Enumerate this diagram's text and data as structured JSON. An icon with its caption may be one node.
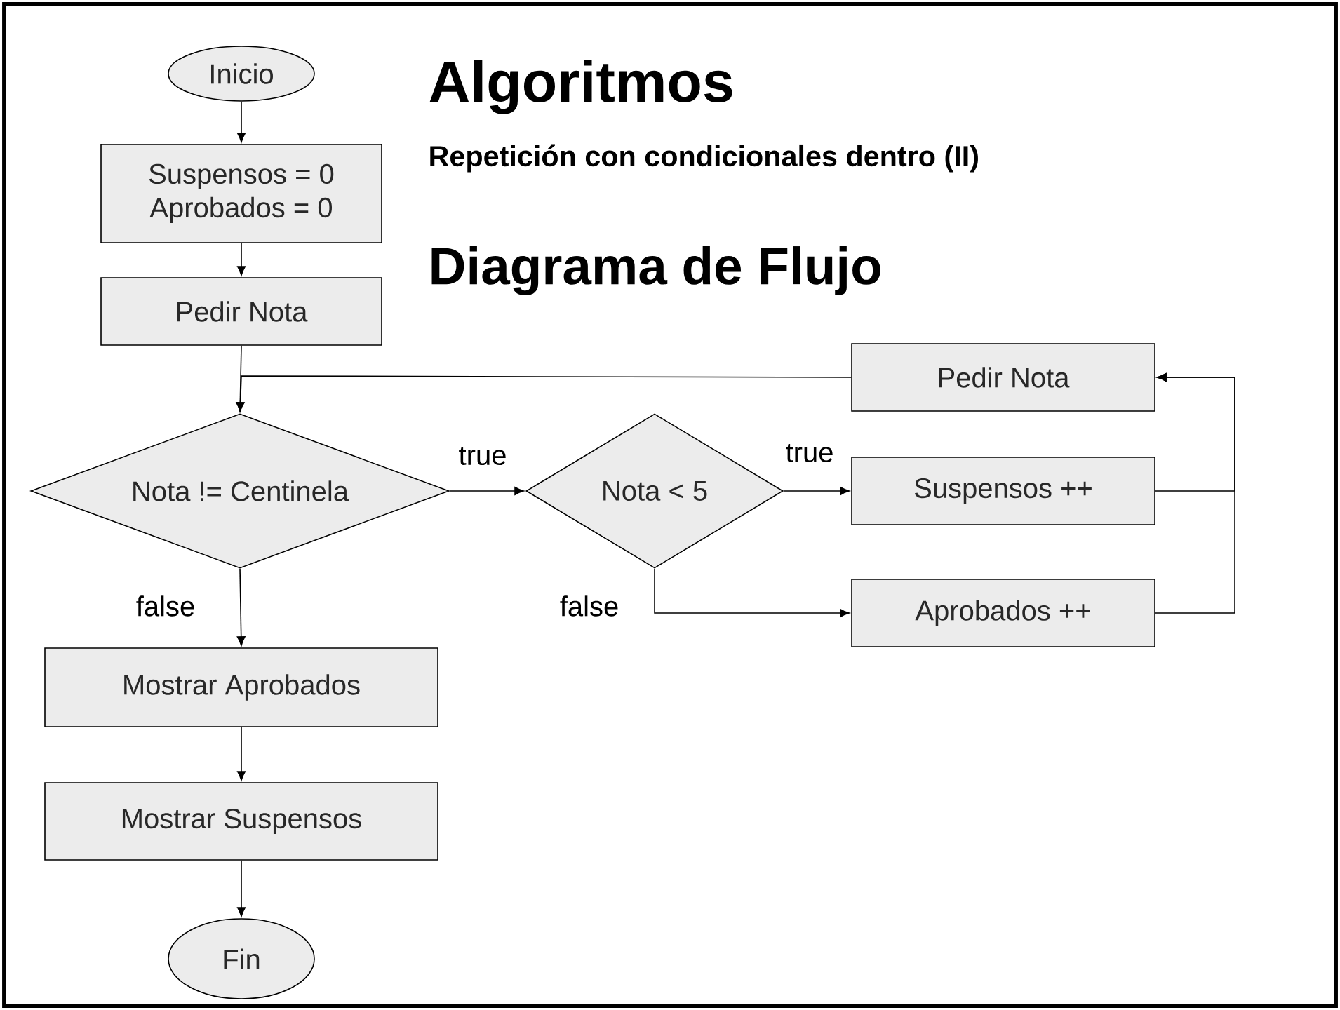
{
  "diagram": {
    "title": "Algoritmos",
    "nodes": [
      {
        "text": [
          "Inicio"
        ]
      },
      {
        "text": [
          "Suspensos = 0",
          "Aprobados = 0"
        ]
      },
      {
        "text": [
          "Pedir Nota"
        ]
      },
      {
        "text": [
          "Nota != Centinela"
        ]
      },
      {
        "text": [
          "Nota < 5"
        ]
      },
      {
        "text": [
          "Pedir Nota"
        ]
      },
      {
        "text": [
          "Suspensos ++"
        ]
      },
      {
        "text": [
          "Aprobados ++"
        ]
      },
      {
        "text": [
          "Mostrar Aprobados"
        ]
      },
      {
        "text": [
          "Mostrar Suspensos"
        ]
      },
      {
        "text": [
          "Fin"
        ]
      }
    ],
    "edges": [
      {
        "from": 0,
        "to": 1,
        "arrow": "to"
      },
      {
        "from": 1,
        "to": 2,
        "arrow": "to"
      },
      {
        "from": 2,
        "to": 3,
        "arrow": "to"
      },
      {
        "from": 3,
        "to": 4,
        "arrow": "to",
        "label": "true"
      },
      {
        "from": 4,
        "to": 6,
        "arrow": "to",
        "label": "true"
      },
      {
        "from": 4,
        "to": 7,
        "arrow": "to",
        "label": "false"
      },
      {
        "from": 6,
        "to": 5,
        "arrow": "to"
      },
      {
        "from": 7,
        "to": 5,
        "arrow": "to"
      },
      {
        "from": 5,
        "to": 3,
        "arrow": "to"
      },
      {
        "from": 3,
        "to": 8,
        "arrow": "to",
        "label": "false"
      },
      {
        "from": 8,
        "to": 9,
        "arrow": "to"
      },
      {
        "from": 9,
        "to": 10,
        "arrow": "to"
      }
    ],
    "labels": [
      "Repetición con condicionales dentro (II)",
      "Diagrama de Flujo"
    ]
  }
}
